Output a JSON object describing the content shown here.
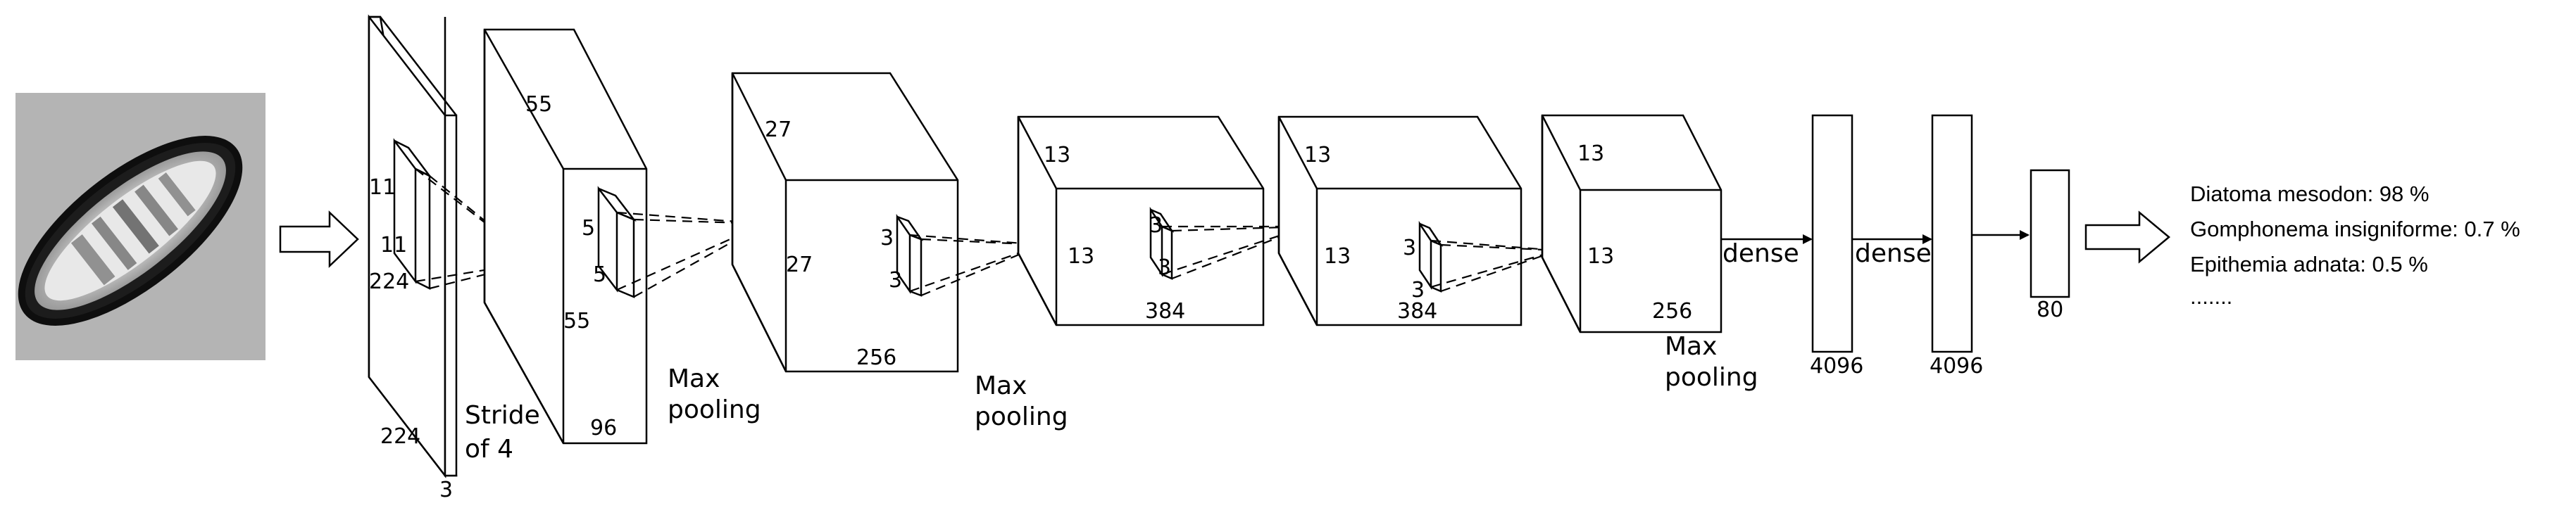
{
  "input": {
    "image_subject": "diatom micrograph"
  },
  "layers": {
    "input_volume": {
      "height": "224",
      "width": "224",
      "depth": "3",
      "kernel_w": "11",
      "kernel_h": "11"
    },
    "conv1": {
      "height": "55",
      "width": "55",
      "depth": "96",
      "kernel_w": "5",
      "kernel_h": "5",
      "stride_line1": "Stride",
      "stride_line2": "of 4"
    },
    "pool1": {
      "line1": "Max",
      "line2": "pooling"
    },
    "conv2": {
      "height": "27",
      "width": "27",
      "depth": "256",
      "kernel_w": "3",
      "kernel_h": "3"
    },
    "pool2": {
      "line1": "Max",
      "line2": "pooling"
    },
    "conv3": {
      "height": "13",
      "width": "13",
      "depth": "384",
      "kernel_w": "3",
      "kernel_h": "3"
    },
    "conv4": {
      "height": "13",
      "width": "13",
      "depth": "384",
      "kernel_w": "3",
      "kernel_h": "3"
    },
    "conv5": {
      "height": "13",
      "width": "13",
      "depth": "256"
    },
    "pool3": {
      "line1": "Max",
      "line2": "pooling"
    },
    "dense1": {
      "label": "dense",
      "size": "4096"
    },
    "dense2": {
      "label": "dense",
      "size": "4096"
    },
    "output": {
      "size": "80"
    }
  },
  "results": [
    "Diatoma mesodon: 98 %",
    "Gomphonema insigniforme: 0.7 %",
    "Epithemia adnata: 0.5 %",
    "......."
  ],
  "colors": {
    "line": "#000000",
    "background": "#ffffff",
    "micrograph_bg": "#b4b4b4"
  }
}
